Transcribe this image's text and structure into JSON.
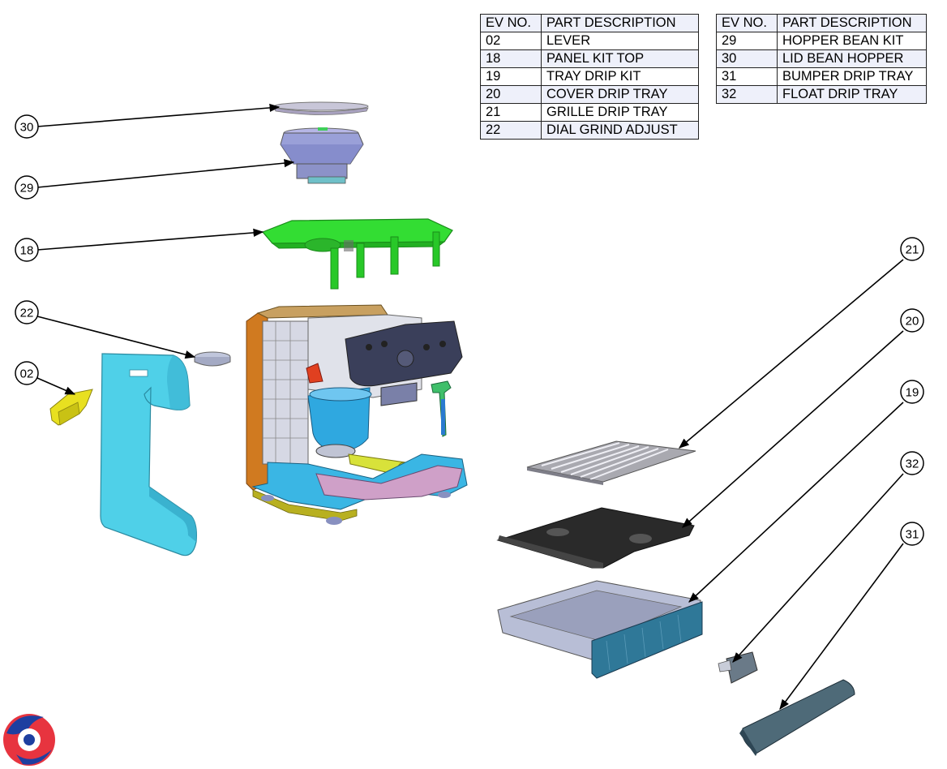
{
  "tables": [
    {
      "headers": {
        "no": "EV NO.",
        "desc": "PART DESCRIPTION"
      },
      "rows": [
        {
          "no": "02",
          "desc": "LEVER"
        },
        {
          "no": "18",
          "desc": "PANEL KIT TOP"
        },
        {
          "no": "19",
          "desc": "TRAY DRIP KIT"
        },
        {
          "no": "20",
          "desc": "COVER DRIP TRAY"
        },
        {
          "no": "21",
          "desc": "GRILLE DRIP TRAY"
        },
        {
          "no": "22",
          "desc": "DIAL GRIND ADJUST"
        }
      ]
    },
    {
      "headers": {
        "no": "EV NO.",
        "desc": "PART DESCRIPTION"
      },
      "rows": [
        {
          "no": "29",
          "desc": "HOPPER BEAN KIT"
        },
        {
          "no": "30",
          "desc": "LID BEAN HOPPER"
        },
        {
          "no": "31",
          "desc": "BUMPER  DRIP TRAY"
        },
        {
          "no": "32",
          "desc": "FLOAT DRIP TRAY"
        }
      ]
    }
  ],
  "callouts": {
    "c30": "30",
    "c29": "29",
    "c18": "18",
    "c22": "22",
    "c02": "02",
    "c21": "21",
    "c20": "20",
    "c19": "19",
    "c32": "32",
    "c31": "31"
  },
  "colors": {
    "panel_top": "#33dd33",
    "lever": "#e8e020",
    "side_panel": "#4fd0e8",
    "body_blue": "#2fa8e0",
    "orange": "#d07a20",
    "hopper": "#9aa0d8",
    "tray": "#b8bed6",
    "tray_front": "#2f7898",
    "dark_cover": "#2a2a2a",
    "grille": "#a9a9b0"
  }
}
